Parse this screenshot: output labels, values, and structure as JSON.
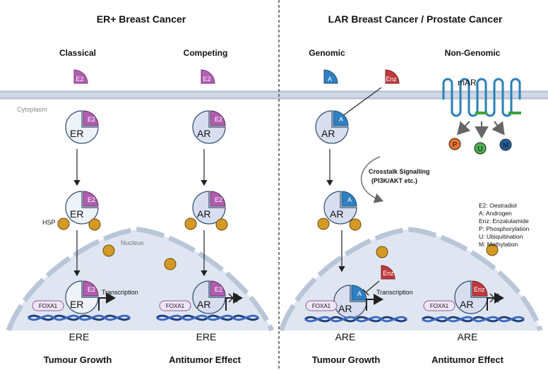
{
  "headers": {
    "left": "ER+ Breast Cancer",
    "right": "LAR Breast Cancer / Prostate Cancer"
  },
  "columns": [
    "Classical",
    "Competing",
    "Genomic",
    "Non-Genomic"
  ],
  "labels": {
    "cytoplasm": "Cytoplasm",
    "nucleus": "Nucleus",
    "hsp": "HSP",
    "transcription": "Transcription",
    "mar": "mAR",
    "crosstalk_line1": "Crosstalk Signalling",
    "crosstalk_line2": "(PI3K/AKT etc.)",
    "foxa1": "FOXA1",
    "er": "ER",
    "ar": "AR",
    "e2": "E2",
    "a": "A",
    "enz": "Enz",
    "ere": "ERE",
    "are": "ARE",
    "p": "P",
    "u": "U",
    "m": "M"
  },
  "outcomes": [
    "Tumour Growth",
    "Antitumor Effect",
    "Tumour Growth",
    "Antitumor Effect"
  ],
  "legend": [
    "E2: Oestradiol",
    "A: Androgen",
    "Enz: Enzalutamide",
    "P: Phosphorylation",
    "U: Ubiquitination",
    "M: Methylation"
  ],
  "colors": {
    "e2": "#b15eb0",
    "androgen": "#2f7fc1",
    "enz": "#c0393b",
    "receptor": "#d8deef",
    "membrane": "#c9d3df",
    "nucleus": "#dfe6f1",
    "hsp": "#d49a25",
    "p": "#e9722b",
    "u": "#4caf50",
    "m": "#1f5f9e",
    "green_loop": "#3aa43a"
  }
}
